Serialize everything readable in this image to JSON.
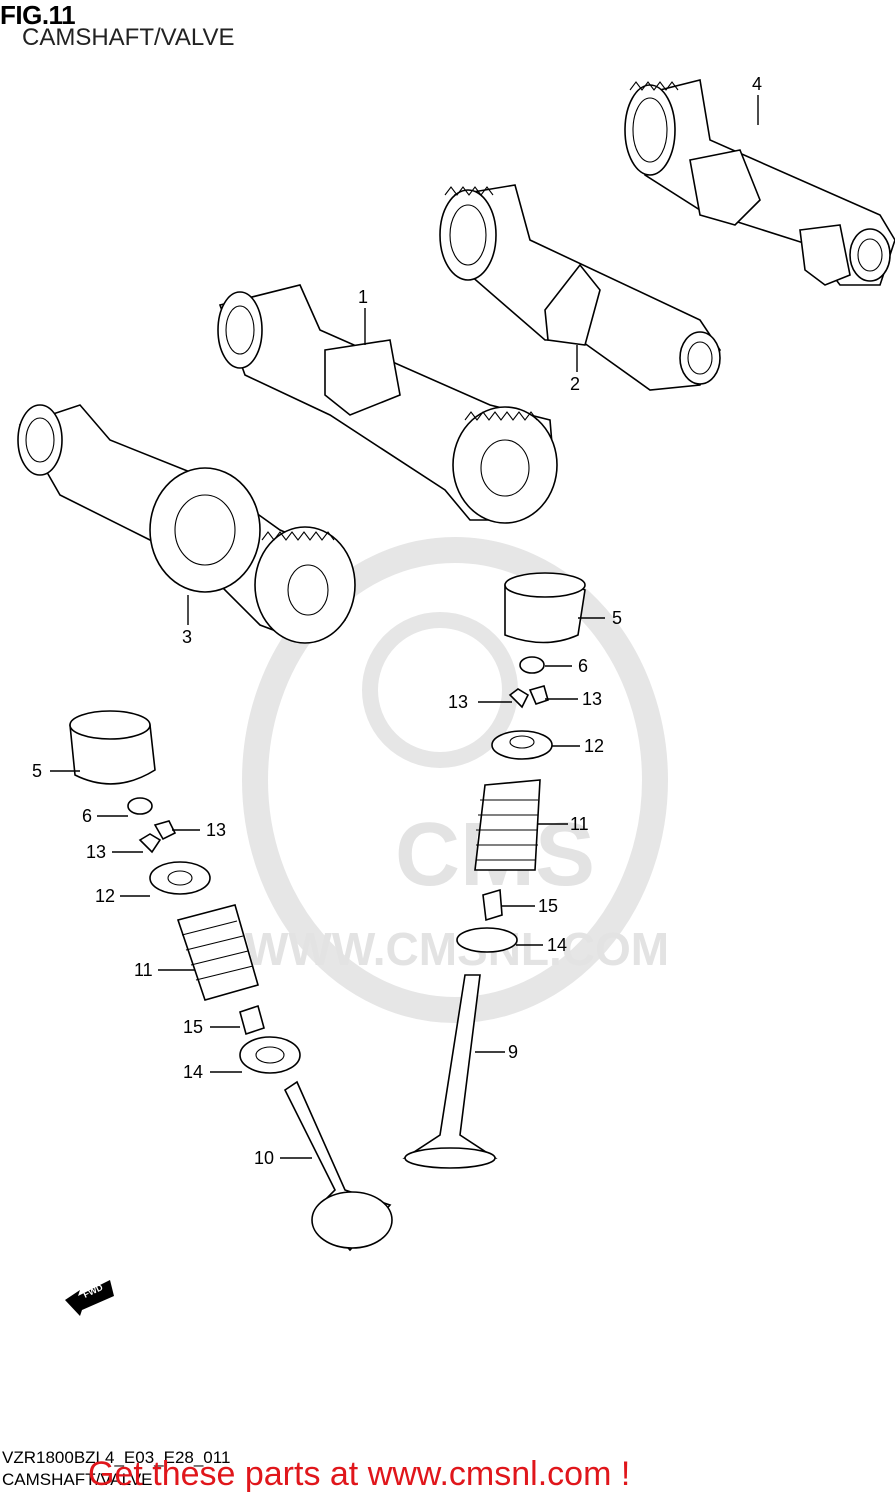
{
  "figure": {
    "title": "FIG.11",
    "subtitle": "CAMSHAFT/VALVE"
  },
  "callouts": {
    "c1": "1",
    "c2": "2",
    "c3": "3",
    "c4": "4",
    "c5a": "5",
    "c6a": "6",
    "c13a": "13",
    "c13b": "13",
    "c12a": "12",
    "c11a": "11",
    "c15a": "15",
    "c14a": "14",
    "c9": "9",
    "c5b": "5",
    "c6b": "6",
    "c13c": "13",
    "c13d": "13",
    "c12b": "12",
    "c11b": "11",
    "c15b": "15",
    "c14b": "14",
    "c10": "10"
  },
  "fwd_marker": "FWD",
  "watermark": {
    "brand": "CMS",
    "url": "WWW.CMSNL.COM"
  },
  "footer": {
    "model_code": "VZR1800BZL4_E03_E28_011",
    "subtitle": "CAMSHAFT/VALVE",
    "promo": "Get these parts at www.cmsnl.com !"
  },
  "colors": {
    "promo": "#e0161b",
    "watermark": "#e3e3e3"
  }
}
